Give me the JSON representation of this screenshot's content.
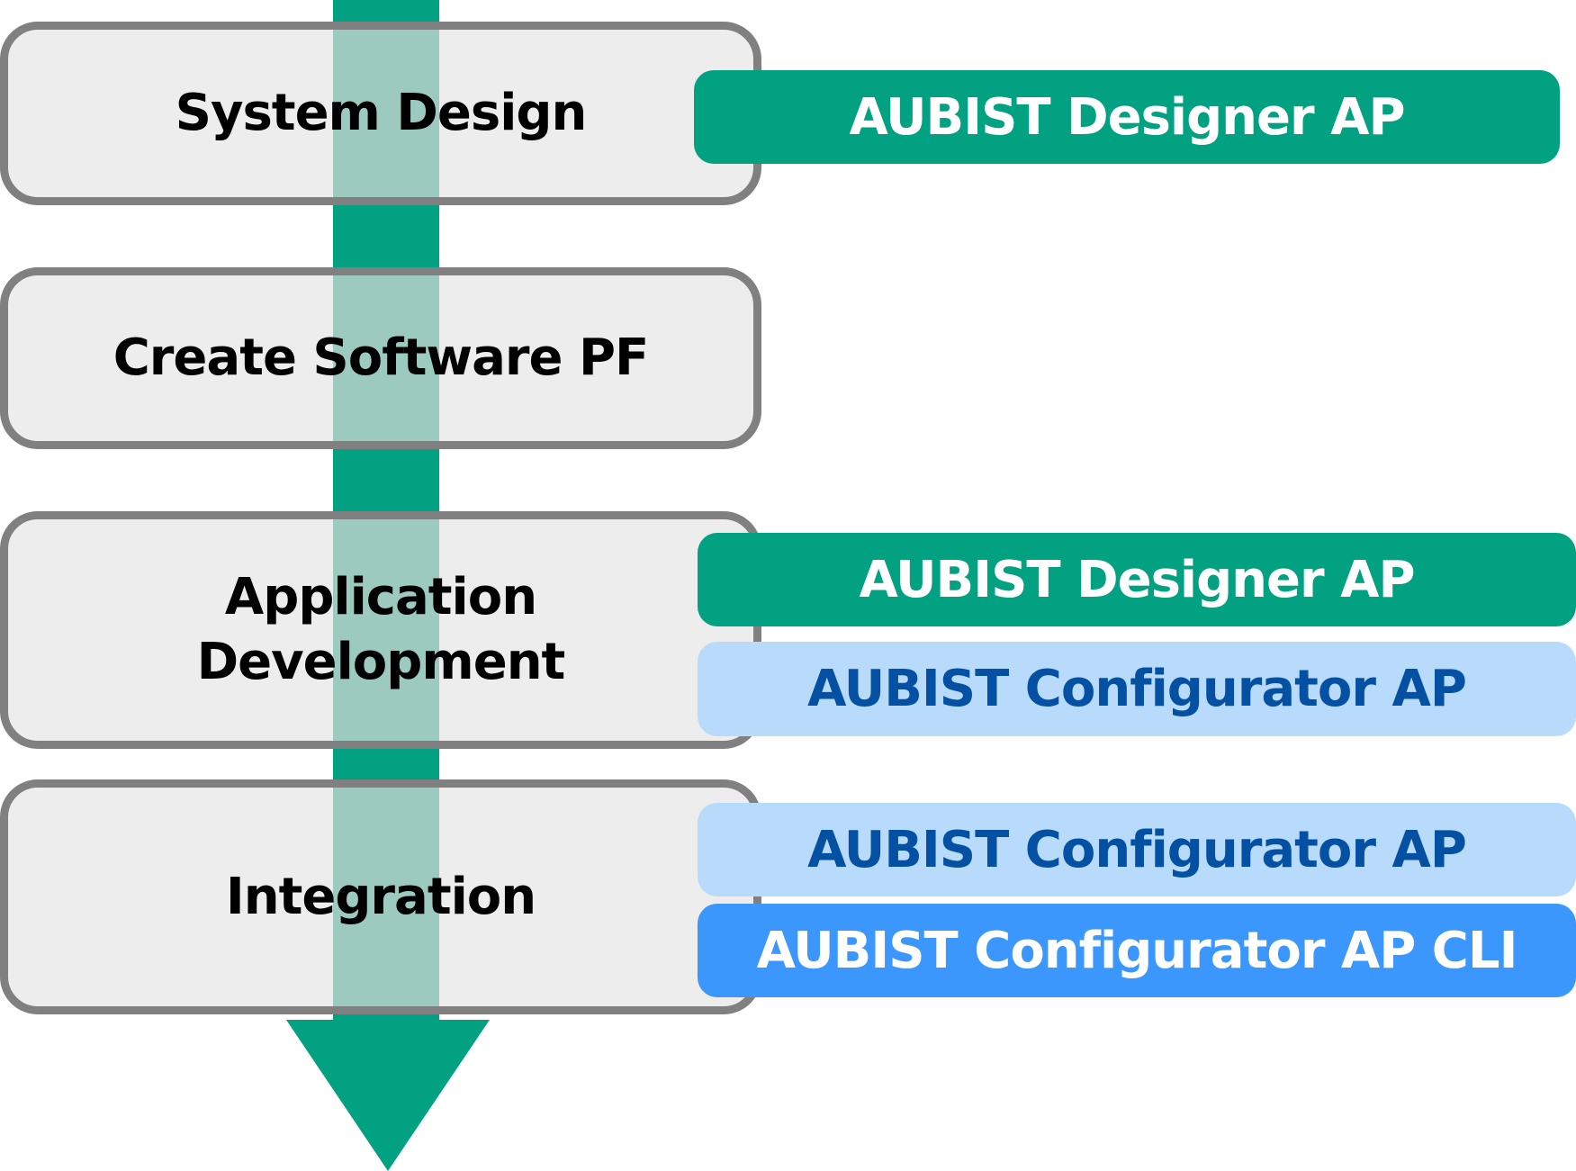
{
  "diagram": {
    "type": "process-flow",
    "direction": "top-to-bottom",
    "colors": {
      "flow_arrow": "#02a181",
      "stage_fill": "#e3e3e3",
      "stage_border": "#808080",
      "designer_tool_bg": "#02a181",
      "configurator_tool_bg": "#b8dbfb",
      "configurator_tool_text": "#0450a3",
      "cli_tool_bg": "#3b97fc"
    },
    "stages": [
      {
        "label": "System Design"
      },
      {
        "label": "Create Software PF"
      },
      {
        "label": "Application\nDevelopment"
      },
      {
        "label": "Integration"
      }
    ],
    "tools": [
      {
        "stage": "System Design",
        "label": "AUBIST Designer AP"
      },
      {
        "stage": "Application Development",
        "label": "AUBIST Designer AP"
      },
      {
        "stage": "Application Development",
        "label": "AUBIST Configurator AP"
      },
      {
        "stage": "Integration",
        "label": "AUBIST Configurator AP"
      },
      {
        "stage": "Integration",
        "label": "AUBIST Configurator AP CLI"
      }
    ]
  }
}
